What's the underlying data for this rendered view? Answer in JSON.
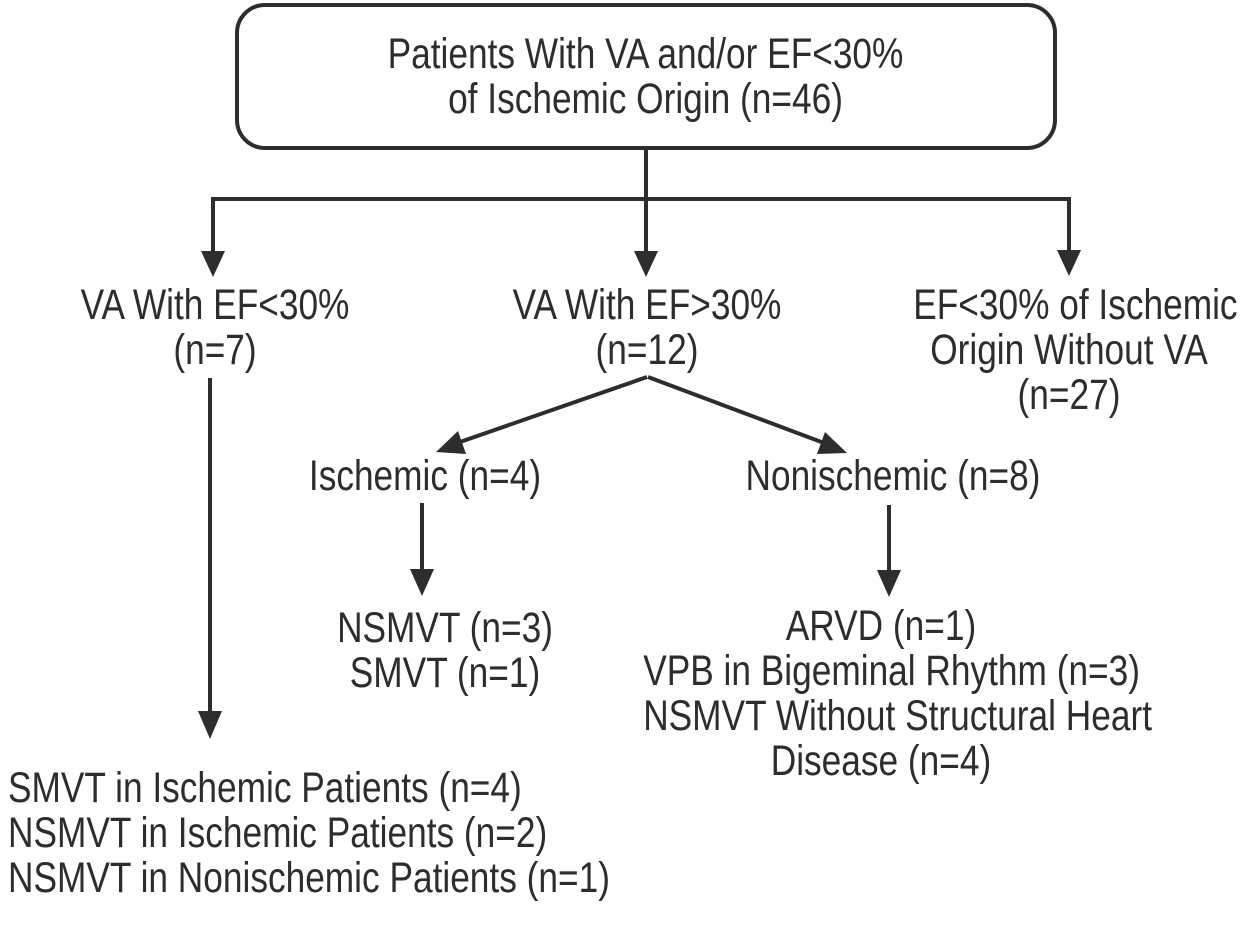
{
  "colors": {
    "ink": "#2d2d2d",
    "background": "#ffffff"
  },
  "diagram_type": "patient-flow-chart",
  "nodes": {
    "root": {
      "lines": [
        "Patients With VA and/or EF<30%",
        "of Ischemic Origin (n=46)"
      ]
    },
    "branch_left": {
      "lines": [
        "VA With EF<30%",
        "(n=7)"
      ]
    },
    "branch_middle": {
      "lines": [
        "VA With EF>30%",
        "(n=12)"
      ]
    },
    "branch_right": {
      "lines": [
        "EF<30% of Ischemic",
        "Origin Without VA",
        "(n=27)"
      ]
    },
    "ischemic": {
      "lines": [
        "Ischemic (n=4)"
      ]
    },
    "nonischemic": {
      "lines": [
        "Nonischemic (n=8)"
      ]
    },
    "ischemic_outcomes": {
      "lines": [
        "NSMVT (n=3)",
        "SMVT (n=1)"
      ]
    },
    "nonischemic_outcomes": {
      "lines": [
        "ARVD (n=1)",
        "VPB in Bigeminal Rhythm (n=3)",
        "NSMVT Without Structural Heart",
        "Disease (n=4)"
      ]
    },
    "left_branch_outcomes": {
      "lines": [
        "SMVT in Ischemic Patients (n=4)",
        "NSMVT in Ischemic Patients (n=2)",
        "NSMVT in Nonischemic Patients (n=1)"
      ]
    }
  }
}
